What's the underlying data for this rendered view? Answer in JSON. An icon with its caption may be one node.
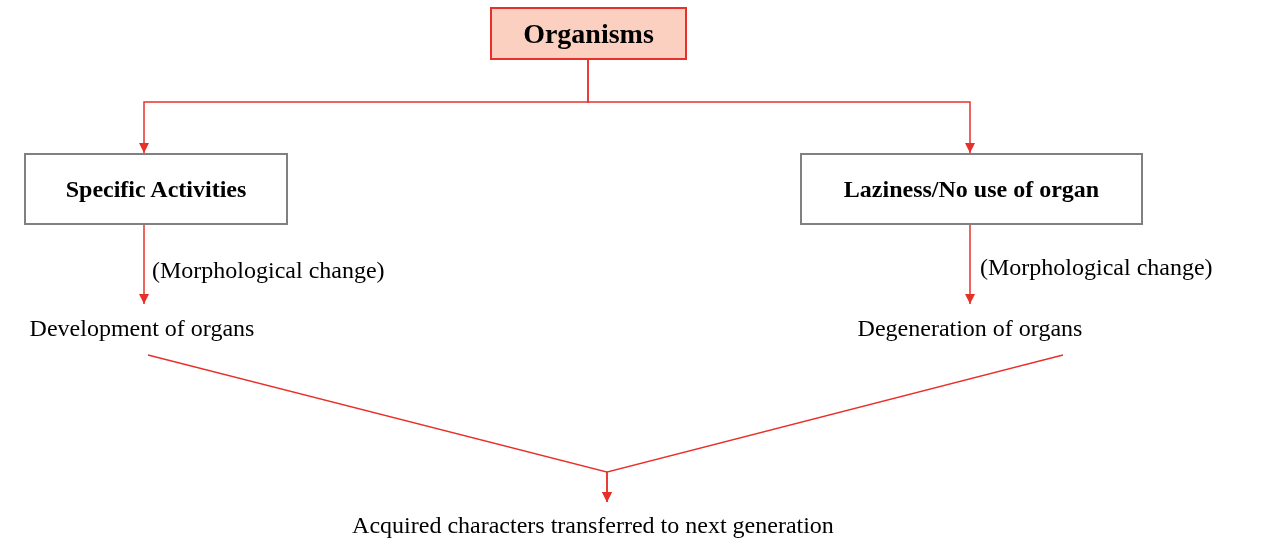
{
  "diagram": {
    "nodes": [
      {
        "text": [
          "Organisms"
        ]
      },
      {
        "text": [
          "Specific Activities"
        ]
      },
      {
        "text": [
          "Laziness/No use of organ"
        ]
      },
      {
        "text": [
          "Development of organs"
        ]
      },
      {
        "text": [
          "Degeneration of organs"
        ]
      },
      {
        "text": [
          "Acquired characters transferred to next generation"
        ]
      }
    ],
    "edges": [
      {
        "from": 0,
        "to": 1,
        "arrow": "to"
      },
      {
        "from": 0,
        "to": 2,
        "arrow": "to"
      },
      {
        "from": 1,
        "to": 3,
        "arrow": "to",
        "label": "(Morphological change)"
      },
      {
        "from": 2,
        "to": 4,
        "arrow": "to",
        "label": "(Morphological change)"
      },
      {
        "from": 3,
        "to": 5,
        "arrow": "to"
      },
      {
        "from": 4,
        "to": 5,
        "arrow": "to"
      }
    ]
  }
}
